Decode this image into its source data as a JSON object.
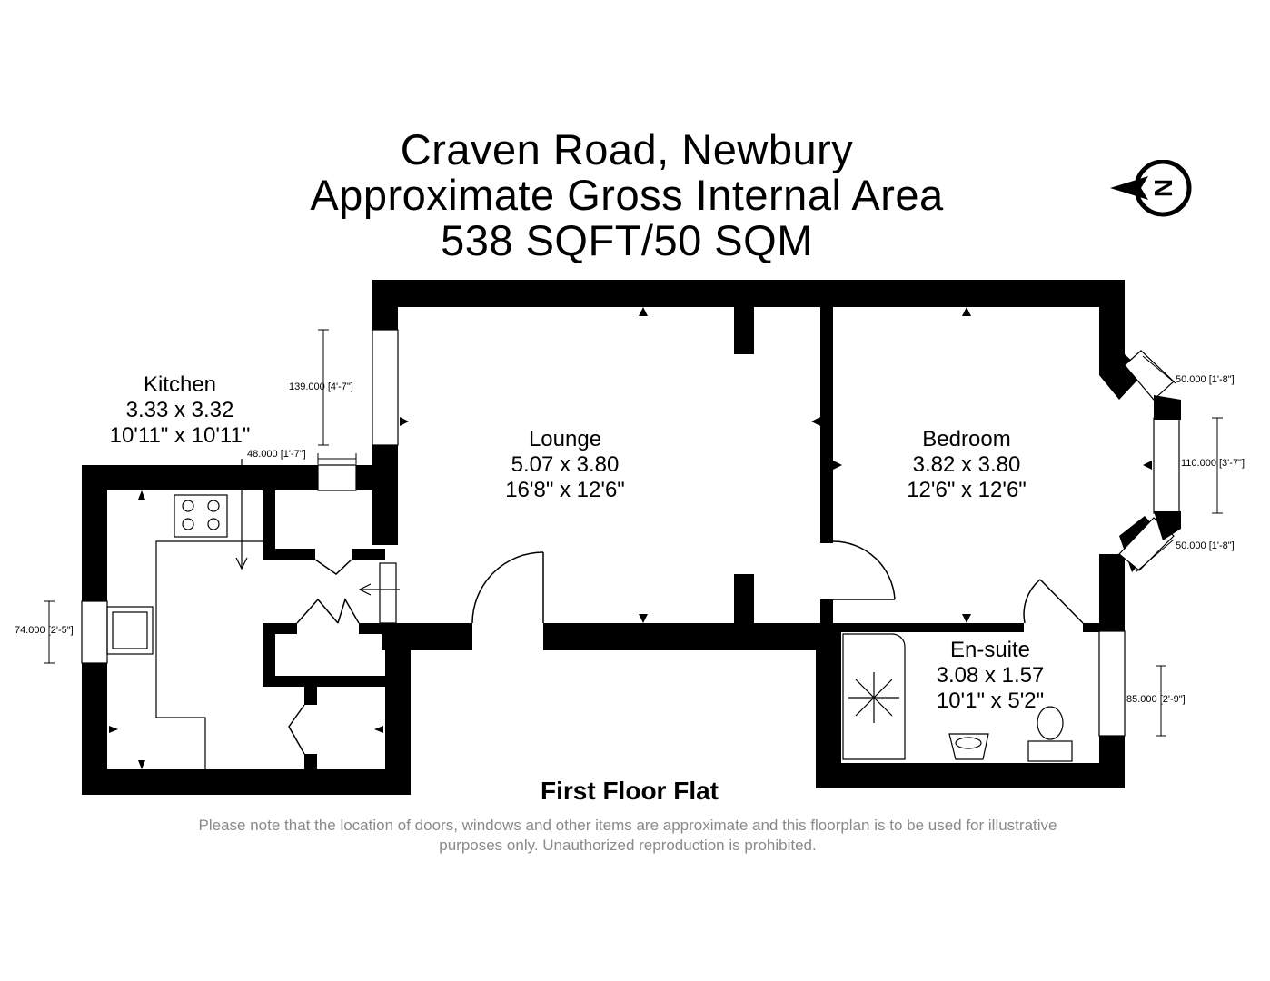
{
  "title": {
    "line1": "Craven Road, Newbury",
    "line2": "Approximate Gross Internal Area",
    "line3": "538 SQFT/50 SQM"
  },
  "compass": {
    "letter": "N"
  },
  "rooms": {
    "kitchen": {
      "name": "Kitchen",
      "metric": "3.33 x 3.32",
      "imperial": "10'11\" x 10'11\""
    },
    "lounge": {
      "name": "Lounge",
      "metric": "5.07 x 3.80",
      "imperial": "16'8\" x 12'6\""
    },
    "bedroom": {
      "name": "Bedroom",
      "metric": "3.82 x 3.80",
      "imperial": "12'6\" x 12'6\""
    },
    "ensuite": {
      "name": "En-suite",
      "metric": "3.08 x 1.57",
      "imperial": "10'1\" x 5'2\""
    }
  },
  "dimensions": {
    "lounge_window": "139.000 [4'-7\"]",
    "kitchen_top_window": "48.000 [1'-7\"]",
    "kitchen_side_window": "74.000 [2'-5\"]",
    "bay_upper": "50.000 [1'-8\"]",
    "bay_middle": "110.000 [3'-7\"]",
    "bay_lower": "50.000 [1'-8\"]",
    "ensuite_window": "85.000 [2'-9\"]"
  },
  "floor_label": "First Floor Flat",
  "disclaimer": {
    "line1": "Please note that the location of doors, windows and other items are approximate and this floorplan is to be used for illustrative",
    "line2": "purposes only. Unauthorized reproduction is prohibited."
  },
  "colors": {
    "wall": "#000000",
    "disclaimer_text": "#8a8a8a",
    "background": "#ffffff"
  }
}
